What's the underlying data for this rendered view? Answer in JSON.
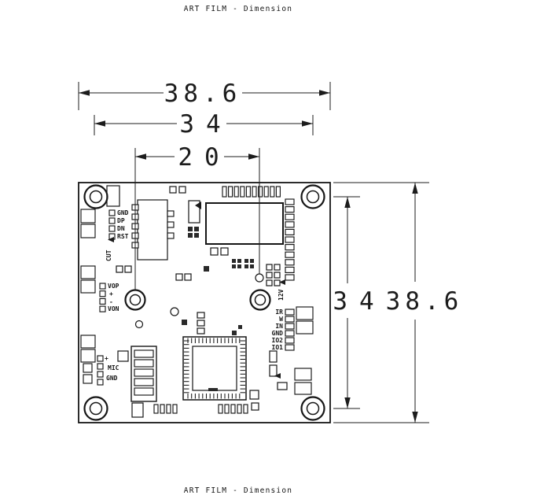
{
  "colors": {
    "ink": "#1c1c1c",
    "background": "#ffffff"
  },
  "titles": {
    "top": "ART FILM - Dimension",
    "bottom": "ART FILM - Dimension"
  },
  "dimensions": {
    "width_outer": "38.6",
    "width_mount": "34",
    "width_lens": "20",
    "height_mount": "34",
    "height_outer": "38.6"
  },
  "labels": {
    "usb_header": [
      "GND",
      "DP",
      "DN",
      "RST"
    ],
    "cut": "CUT",
    "video": [
      "VOP",
      "+",
      "-",
      "VON"
    ],
    "audio": [
      "+",
      "MIC",
      "GND"
    ],
    "io": [
      "IR",
      "W",
      "IN",
      "GND",
      "IO2",
      "IO1"
    ],
    "power": "12V"
  }
}
